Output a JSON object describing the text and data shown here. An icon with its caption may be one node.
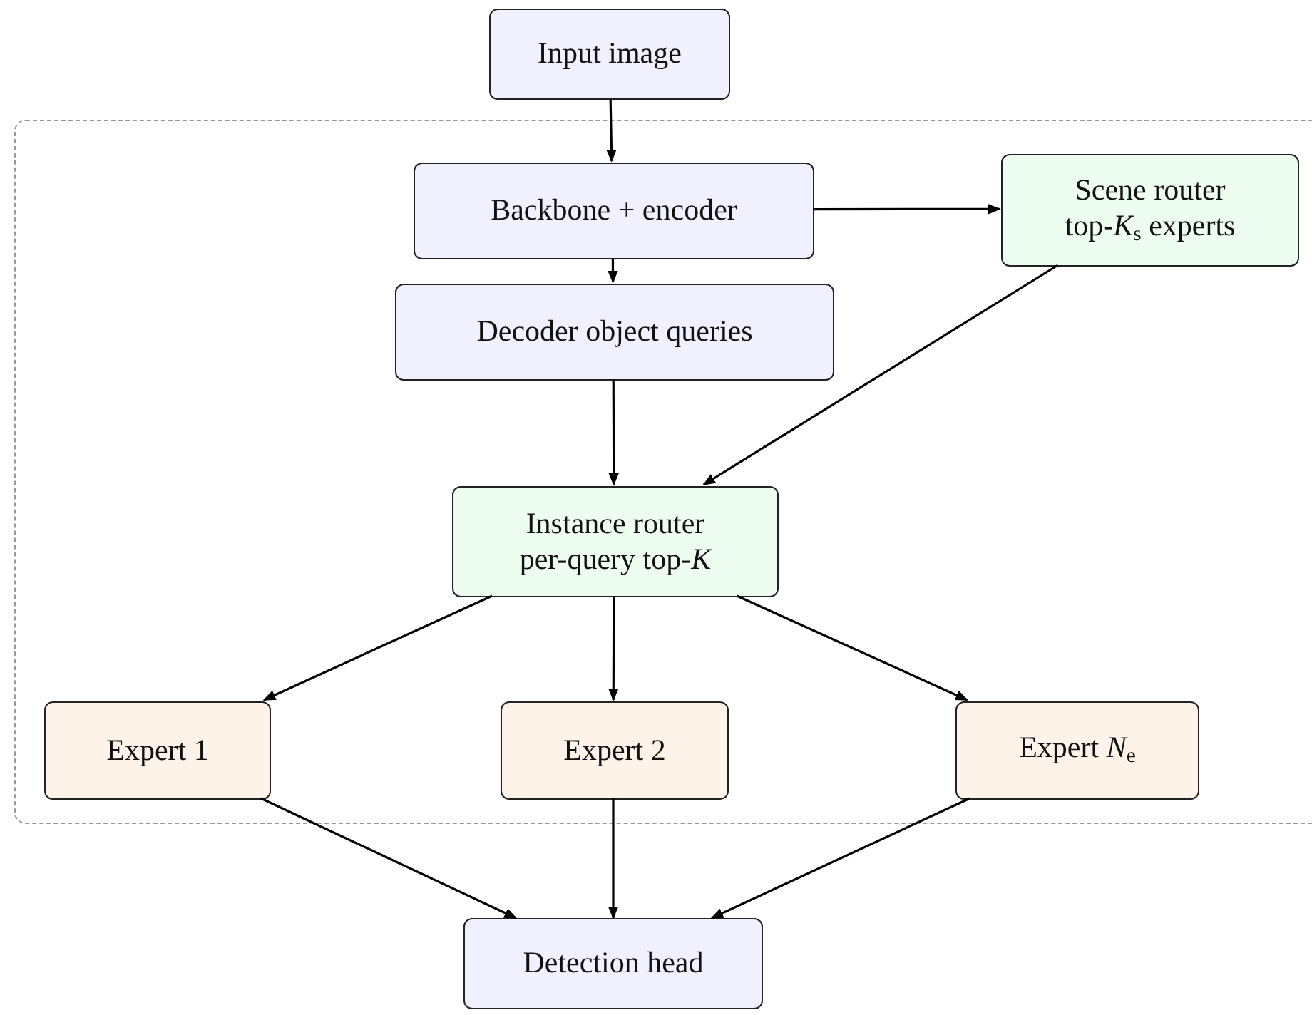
{
  "diagram": {
    "nodes": [
      {
        "text": [
          "Input image"
        ]
      },
      {
        "text": [],
        "shape": "box"
      },
      {
        "text": [
          "Backbone + encoder"
        ],
        "in": 1
      },
      {
        "text": [
          "Scene router",
          "top-*K*$_{s}$ experts"
        ],
        "in": 1
      },
      {
        "text": [
          "Decoder object queries"
        ],
        "in": 1
      },
      {
        "text": [
          "Instance router",
          "per-query top-*K*"
        ],
        "in": 1
      },
      {
        "text": [
          "Expert 1"
        ],
        "in": 1
      },
      {
        "text": [
          "Expert 2"
        ],
        "in": 1
      },
      {
        "text": [
          "Expert *N*$_{e}$"
        ],
        "in": 1
      },
      {
        "text": [
          "Detection head"
        ]
      }
    ],
    "edges": [
      {
        "from": 0,
        "to": 2,
        "arrow": "to"
      },
      {
        "from": 2,
        "to": 3,
        "arrow": "to"
      },
      {
        "from": 2,
        "to": 4,
        "arrow": "to"
      },
      {
        "from": 3,
        "to": 5,
        "arrow": "to"
      },
      {
        "from": 4,
        "to": 5,
        "arrow": "to"
      },
      {
        "from": 5,
        "to": 6,
        "arrow": "to"
      },
      {
        "from": 5,
        "to": 7,
        "arrow": "to"
      },
      {
        "from": 5,
        "to": 8,
        "arrow": "to"
      },
      {
        "from": 6,
        "to": 9,
        "arrow": "to"
      },
      {
        "from": 7,
        "to": 9,
        "arrow": "to"
      },
      {
        "from": 8,
        "to": 9,
        "arrow": "to"
      }
    ]
  }
}
